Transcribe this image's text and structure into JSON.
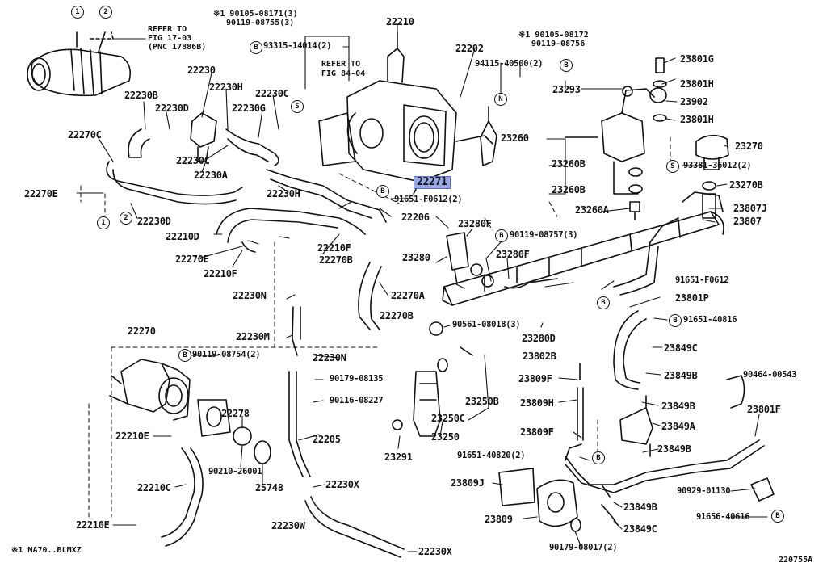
{
  "diagram": {
    "highlight_color": "#9aa9e6",
    "footnote": "※1 MA70..BLMXZ",
    "figure_id": "220755A",
    "notes": [
      {
        "id": "refer-17",
        "lines": [
          "REFER TO",
          "FIG 17-03",
          "(PNC 17886B)"
        ]
      },
      {
        "id": "refer-84",
        "lines": [
          "REFER TO",
          "FIG 84-04"
        ]
      },
      {
        "id": "n1-top",
        "lines": [
          "※1 90105-08171(3)",
          "90119-08755(3)"
        ]
      },
      {
        "id": "n1-right",
        "lines": [
          "※1 90105-08172",
          "90119-08756"
        ]
      }
    ],
    "symbols": [
      "1",
      "2",
      "S",
      "B",
      "N"
    ],
    "parts": [
      "22210",
      "22202",
      "93315-14014(2)",
      "94115-40500(2)",
      "23293",
      "23801G",
      "23801H",
      "23902",
      "22230",
      "22230H",
      "22230B",
      "22230D",
      "22230C",
      "22230G",
      "22270C",
      "22230A",
      "22270E",
      "22230D",
      "22210D",
      "22270E",
      "22210F",
      "22270B",
      "22230N",
      "22270A",
      "22270B",
      "22230M",
      "22230N",
      "22270",
      "90119-08754(2)",
      "90179-08135",
      "90116-08227",
      "22278",
      "22210E",
      "22205",
      "90210-26001",
      "25748",
      "22210C",
      "22230X",
      "22210E",
      "22230W",
      "22230X",
      "23260",
      "23260B",
      "23260B",
      "23260A",
      "23270",
      "93381-36012(2)",
      "23270B",
      "23807J",
      "23807",
      "91651-F0612(2)",
      "22206",
      "22210F",
      "23280F",
      "90119-08757(3)",
      "23280",
      "23280F",
      "91651-F0612",
      "23801P",
      "91651-40816",
      "90561-08018(3)",
      "23280D",
      "23849C",
      "23802B",
      "23849B",
      "90464-00543",
      "23809F",
      "23809H",
      "23849B",
      "23801F",
      "23849A",
      "23250B",
      "23250C",
      "23250",
      "23291",
      "23809F",
      "91651-40820(2)",
      "23849B",
      "23809J",
      "90929-01130",
      "23849B",
      "91656-40616",
      "23809",
      "23849C",
      "90179-08017(2)",
      "22271",
      "23801H"
    ]
  }
}
